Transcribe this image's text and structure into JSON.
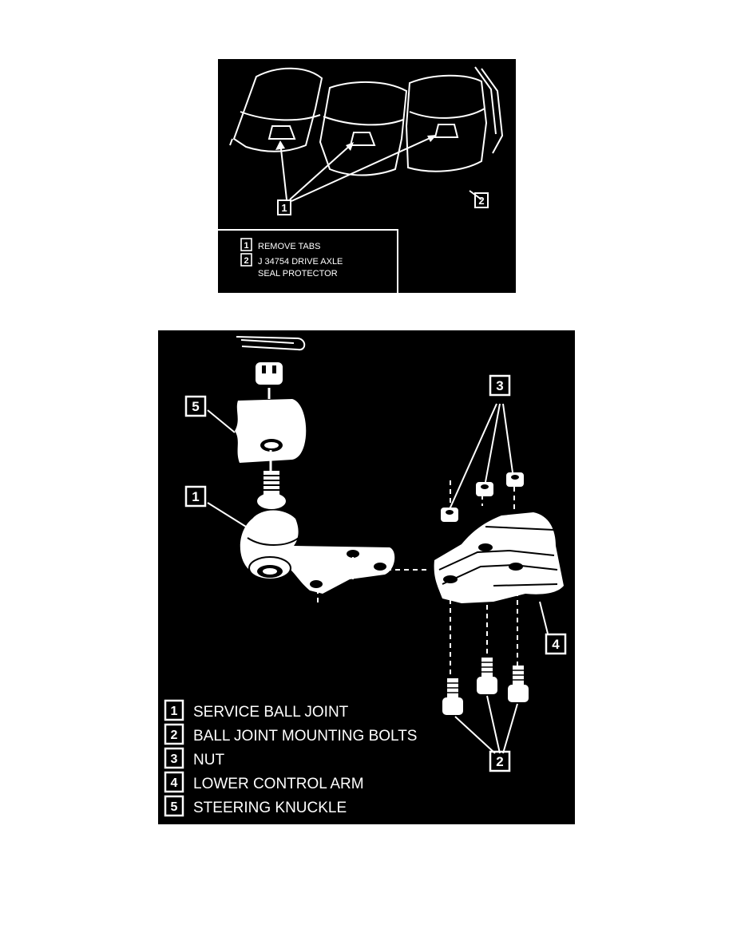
{
  "figure1": {
    "callouts": [
      "1",
      "2"
    ],
    "legend": [
      {
        "num": "1",
        "label": "REMOVE TABS"
      },
      {
        "num": "2",
        "label": "J 34754 DRIVE AXLE"
      },
      {
        "num": "",
        "label": "SEAL PROTECTOR"
      }
    ]
  },
  "figure2": {
    "callouts": [
      "5",
      "1",
      "3",
      "4",
      "2"
    ],
    "legend": [
      {
        "num": "1",
        "label": "SERVICE BALL JOINT"
      },
      {
        "num": "2",
        "label": "BALL JOINT MOUNTING BOLTS"
      },
      {
        "num": "3",
        "label": "NUT"
      },
      {
        "num": "4",
        "label": "LOWER CONTROL ARM"
      },
      {
        "num": "5",
        "label": "STEERING KNUCKLE"
      }
    ]
  }
}
